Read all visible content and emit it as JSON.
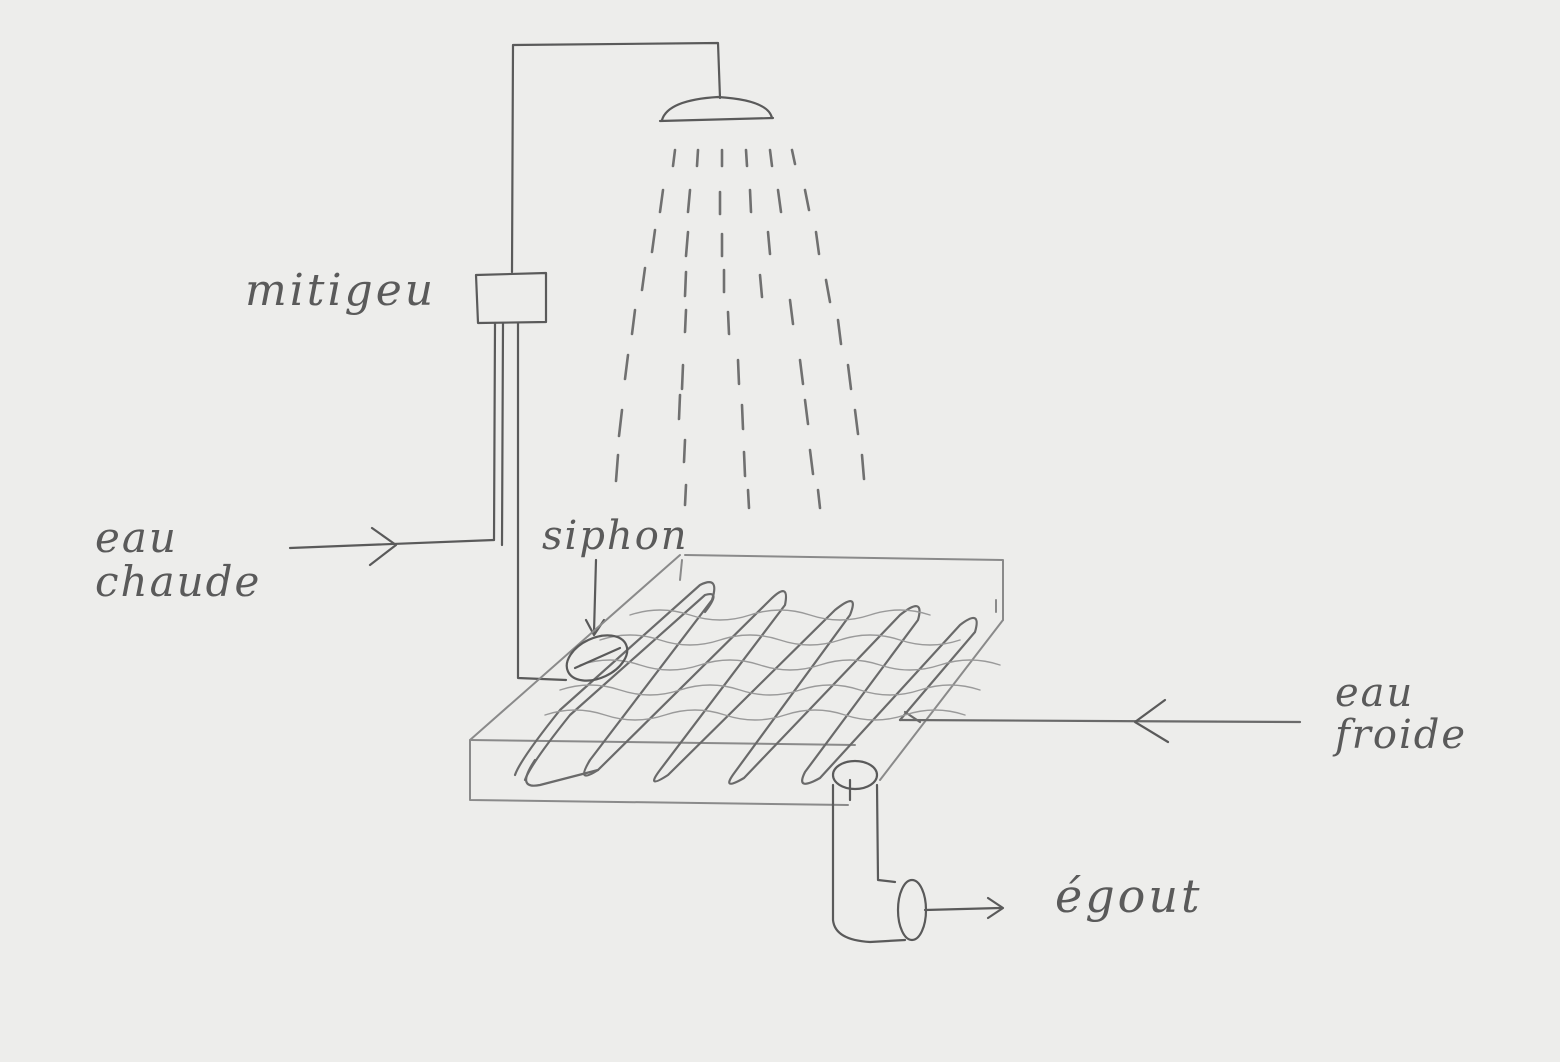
{
  "labels": {
    "mitigeur": "mitigeu",
    "eau_chaude": "eau\nchaude",
    "siphon": "siphon",
    "eau_froide": "eau\nfroide",
    "egout": "égout"
  },
  "colors": {
    "paper": "#ededeb",
    "pencil": "#5a5a5a",
    "pencil_light": "#9a9a9a"
  }
}
